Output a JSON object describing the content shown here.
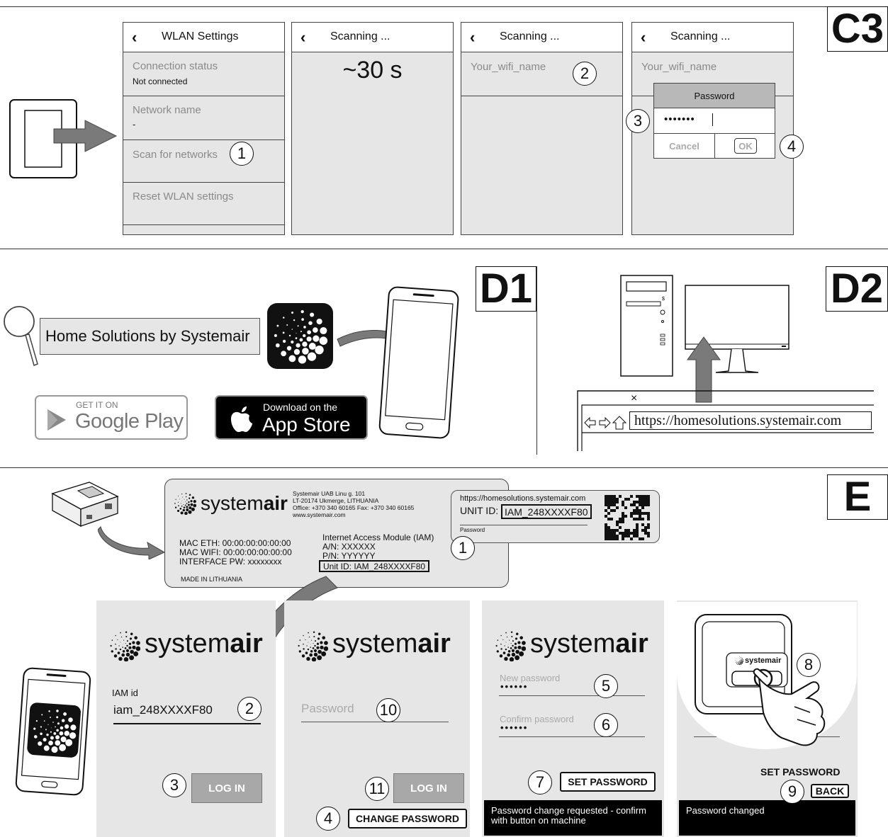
{
  "sections": {
    "c3": {
      "tag": "C3",
      "screen1": {
        "title": "WLAN Settings",
        "connection_status_label": "Connection status",
        "connection_status_value": "Not connected",
        "network_name_label": "Network name",
        "network_name_value": "-",
        "scan_label": "Scan for networks",
        "reset_label": "Reset WLAN settings"
      },
      "screen2": {
        "title": "Scanning ...",
        "time": "~30 s"
      },
      "screen3": {
        "title": "Scanning ...",
        "network": "Your_wifi_name"
      },
      "screen4": {
        "title": "Scanning ...",
        "network": "Your_wifi_name",
        "dialog_title": "Password",
        "password_masked": "•••••••",
        "cancel": "Cancel",
        "ok": "OK"
      }
    },
    "d1": {
      "tag": "D1",
      "search_text": "Home Solutions by Systemair",
      "google_small": "GET IT ON",
      "google_big": "Google Play",
      "apple_small": "Download on the",
      "apple_big": "App Store"
    },
    "d2": {
      "tag": "D2",
      "url": "https://homesolutions.systemair.com",
      "close": "×"
    },
    "e": {
      "tag": "E",
      "label": {
        "logo_light": "system",
        "logo_bold": "air",
        "company": [
          "Systemair UAB Linu g. 101",
          "LT-20174 Ukmerge, LITHUANIA",
          "Office: +370 340 60165 Fax: +370 340 60165",
          "www.systemair.com"
        ],
        "mac_eth": "MAC ETH: 00:00:00:00:00:00",
        "mac_wifi": "MAC WIFI: 00:00:00:00:00:00",
        "interface_pw": "INTERFACE PW: xxxxxxxx",
        "made_in": "MADE IN LITHUANIA",
        "module": "Internet Access Module (IAM)",
        "an": "A/N: XXXXXX",
        "pn": "P/N: YYYYYY",
        "unit_id": "Unit ID: IAM_248XXXXF80"
      },
      "sticker": {
        "url": "https://homesolutions.systemair.com",
        "unit_id_label": "UNIT ID:",
        "unit_id_value": "IAM_248XXXXF80",
        "password_label": "Password"
      },
      "login": {
        "logo_light": "system",
        "logo_bold": "air",
        "field_label": "IAM id",
        "field_value": "iam_248XXXXF80",
        "login_button": "LOG IN"
      },
      "password_screen": {
        "logo_light": "system",
        "logo_bold": "air",
        "placeholder": "Password",
        "login_button": "LOG IN",
        "change_button": "CHANGE PASSWORD"
      },
      "set_password_screen": {
        "logo_light": "system",
        "logo_bold": "air",
        "new_label": "New password",
        "new_value": "••••••",
        "confirm_label": "Confirm password",
        "confirm_value": "••••••",
        "set_button": "SET PASSWORD",
        "message": "Password change requested - confirm with button on machine"
      },
      "confirm_screen": {
        "device_logo": "systemair",
        "set_password_text": "SET PASSWORD",
        "back_button": "BACK",
        "message": "Password changed"
      }
    }
  },
  "steps": [
    "1",
    "2",
    "3",
    "4",
    "5",
    "6",
    "7",
    "8",
    "9",
    "10",
    "11"
  ]
}
